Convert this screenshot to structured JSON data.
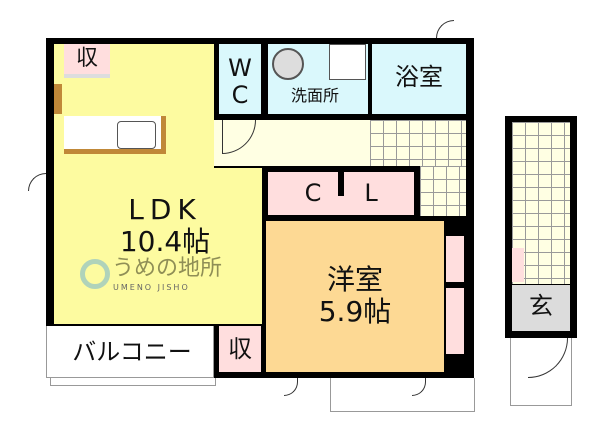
{
  "rooms": {
    "ldk": {
      "name": "LDK",
      "size": "10.4帖"
    },
    "western": {
      "name": "洋室",
      "size": "5.9帖"
    },
    "storage_top": "収",
    "storage_bottom": "収",
    "wc": {
      "line1": "W",
      "line2": "C"
    },
    "washroom": "洗面所",
    "bath": "浴室",
    "closet": {
      "c": "C",
      "l": "L"
    },
    "entrance": "玄",
    "balcony": "バルコニー"
  },
  "watermark": {
    "name": "うめの地所",
    "romaji": "UMENO JISHO"
  },
  "colors": {
    "ldk": "#FDFBA0",
    "western": "#FDD994",
    "storage": "#FFDEDE",
    "wet": "#DAF8FC",
    "hall": "#FFFFE3",
    "entrance": "#DCDCDC",
    "counter": "#C08838"
  }
}
